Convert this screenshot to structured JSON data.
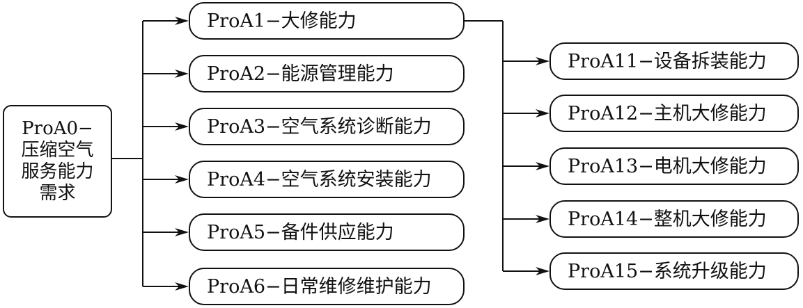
{
  "diagram": {
    "root": {
      "lines": [
        "ProA0−",
        "压缩空气",
        "服务能力",
        "需求"
      ]
    },
    "level1": [
      {
        "id": "A1",
        "label": "ProA1−大修能力"
      },
      {
        "id": "A2",
        "label": "ProA2−能源管理能力"
      },
      {
        "id": "A3",
        "label": "ProA3−空气系统诊断能力"
      },
      {
        "id": "A4",
        "label": "ProA4−空气系统安装能力"
      },
      {
        "id": "A5",
        "label": "ProA5−备件供应能力"
      },
      {
        "id": "A6",
        "label": "ProA6−日常维修维护能力"
      }
    ],
    "level2_parent": "A1",
    "level2": [
      {
        "id": "A11",
        "label": "ProA11−设备拆装能力"
      },
      {
        "id": "A12",
        "label": "ProA12−主机大修能力"
      },
      {
        "id": "A13",
        "label": "ProA13−电机大修能力"
      },
      {
        "id": "A14",
        "label": "ProA14−整机大修能力"
      },
      {
        "id": "A15",
        "label": "ProA15−系统升级能力"
      }
    ],
    "line_color": "#111111"
  }
}
